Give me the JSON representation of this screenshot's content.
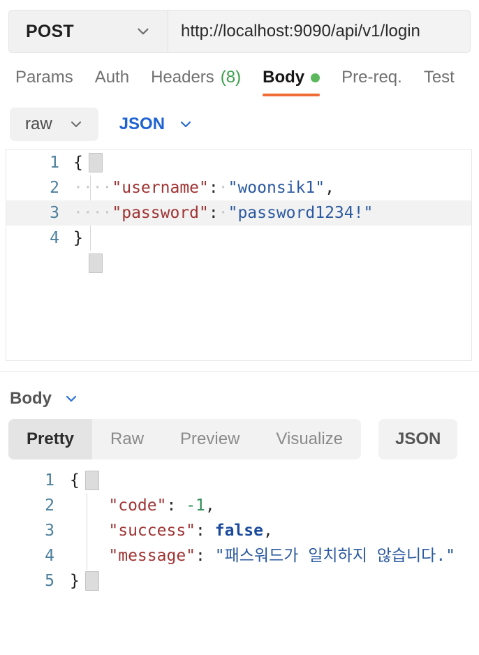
{
  "request_bar": {
    "method": "POST",
    "method_icon": "chevron-down-icon",
    "url": "http://localhost:9090/api/v1/login"
  },
  "request_tabs": [
    {
      "label": "Params",
      "active": false
    },
    {
      "label": "Auth",
      "active": false
    },
    {
      "label": "Headers",
      "count": "(8)",
      "active": false
    },
    {
      "label": "Body",
      "active": true,
      "indicator": "green-dot"
    },
    {
      "label": "Pre-req.",
      "active": false
    },
    {
      "label": "Test",
      "active": false
    }
  ],
  "body_type": {
    "mode": "raw",
    "mode_icon": "chevron-down-icon",
    "format": "JSON",
    "format_icon": "chevron-down-icon"
  },
  "request_body": {
    "lines": [
      {
        "n": "1",
        "active": false
      },
      {
        "n": "2",
        "active": false
      },
      {
        "n": "3",
        "active": true
      },
      {
        "n": "4",
        "active": false
      }
    ],
    "l1_brace": "{",
    "l2_indent": "····",
    "l2_key": "\"username\"",
    "l2_colon": ":",
    "l2_space": "·",
    "l2_value": "\"woonsik1\"",
    "l2_comma": ",",
    "l3_indent": "····",
    "l3_key": "\"password\"",
    "l3_colon": ":",
    "l3_space": "·",
    "l3_value": "\"password1234!\"",
    "l4_brace": "}"
  },
  "response_section": {
    "body_label": "Body",
    "body_icon": "chevron-down-icon",
    "tabs": [
      {
        "label": "Pretty",
        "active": true
      },
      {
        "label": "Raw",
        "active": false
      },
      {
        "label": "Preview",
        "active": false
      },
      {
        "label": "Visualize",
        "active": false
      }
    ],
    "format_pill": "JSON"
  },
  "response_body": {
    "lines": [
      {
        "n": "1"
      },
      {
        "n": "2"
      },
      {
        "n": "3"
      },
      {
        "n": "4"
      },
      {
        "n": "5"
      }
    ],
    "l1_brace": "{",
    "l2_indent": "    ",
    "l2_key": "\"code\"",
    "l2_colon": ": ",
    "l2_value": "-1",
    "l2_comma": ",",
    "l3_indent": "    ",
    "l3_key": "\"success\"",
    "l3_colon": ": ",
    "l3_value": "false",
    "l3_comma": ",",
    "l4_indent": "    ",
    "l4_key": "\"message\"",
    "l4_colon": ": ",
    "l4_value": "\"패스워드가 일치하지 않습니다.\"",
    "l5_brace": "}"
  },
  "colors": {
    "accent_orange": "#ef6c37",
    "tab_count_green": "#3a9e4a",
    "indicator_green": "#5bb85b",
    "json_blue": "#1f63d2",
    "key_red": "#a03434",
    "string_blue": "#2c5aa0",
    "number_green": "#2e8b57",
    "bool_blue": "#1a4b9c",
    "line_number": "#4b7f9c"
  }
}
